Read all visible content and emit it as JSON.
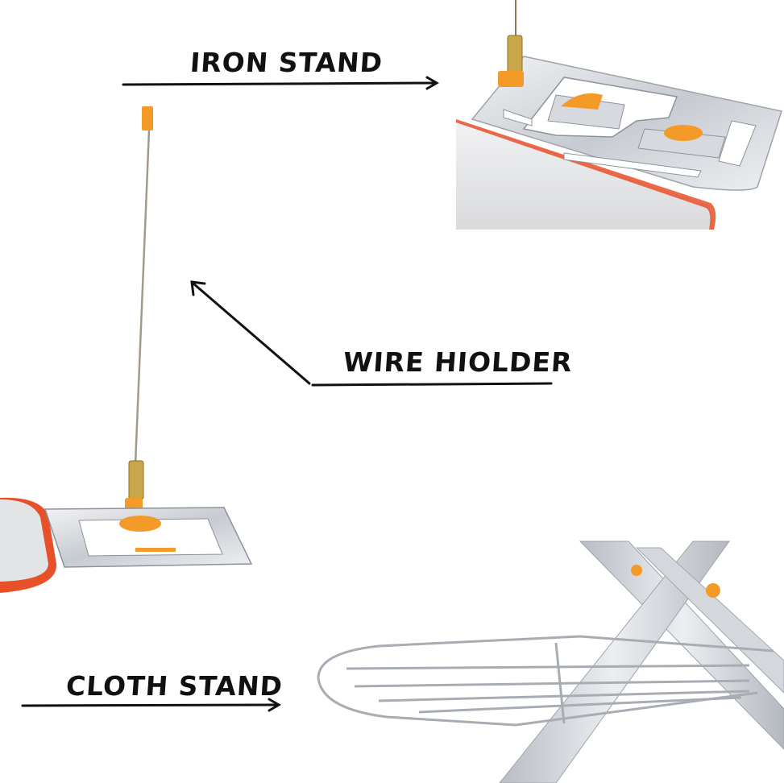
{
  "labels": {
    "iron_stand": "IRON  STAND",
    "wire_holder": "WIRE HIOLDER",
    "cloth_stand": "CLOTH STAND"
  },
  "colors": {
    "background": "#ffffff",
    "text": "#111111",
    "accent_orange": "#f39a28",
    "steel": "#c9cdd3",
    "board_red": "#e8502a",
    "board_grey": "#e3e4e6"
  },
  "icons": {
    "arrow_right": "arrow-right-icon",
    "arrow_up_left": "arrow-up-left-icon"
  }
}
